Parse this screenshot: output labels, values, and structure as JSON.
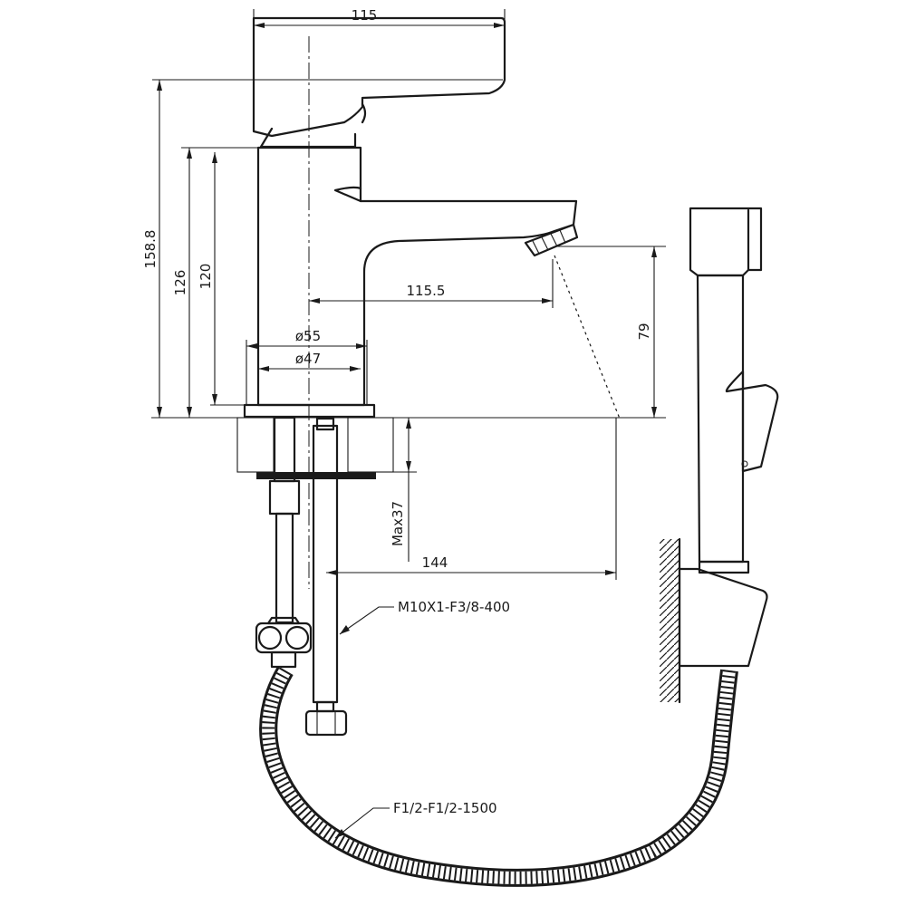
{
  "dimensions": {
    "width_top": "115",
    "total_height": "158.8",
    "body_height_outer": "126",
    "body_height_inner": "120",
    "spout_reach": "115.5",
    "base_diameter_outer": "ø55",
    "base_diameter_inner": "ø47",
    "spout_clearance": "79",
    "max_counter_thickness": "Max37",
    "hand_shower_offset": "144"
  },
  "callouts": {
    "supply_hose": "M10X1-F3/8-400",
    "shower_hose": "F1/2-F1/2-1500"
  },
  "colors": {
    "line": "#1a1a1a",
    "background": "#ffffff"
  }
}
